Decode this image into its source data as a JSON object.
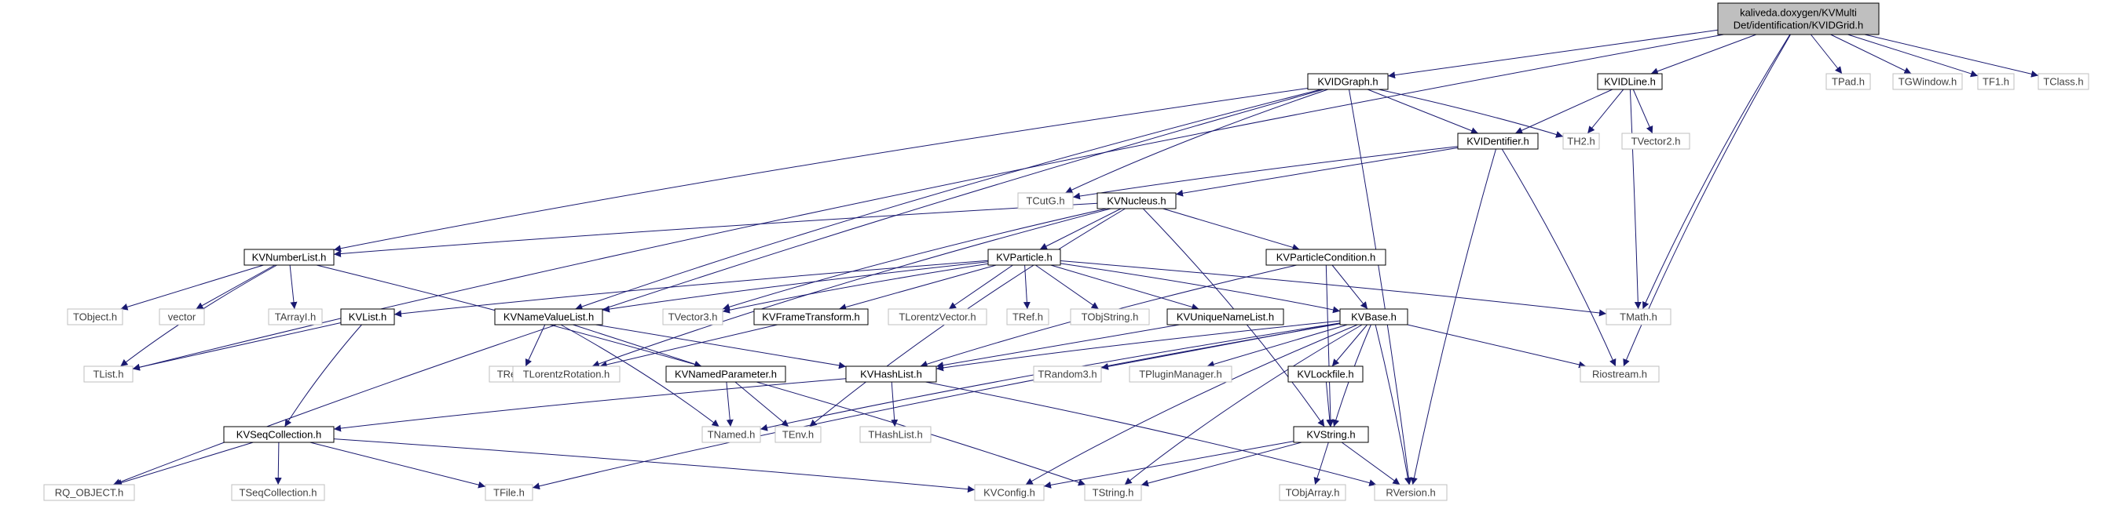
{
  "nodes": [
    {
      "id": "root",
      "lines": [
        "kaliveda.doxygen/KVMulti",
        "Det/identification/KVIDGrid.h"
      ],
      "style": "root"
    },
    {
      "id": "kvidgraph",
      "lines": [
        "KVIDGraph.h"
      ],
      "style": "doc"
    },
    {
      "id": "kvidline",
      "lines": [
        "KVIDLine.h"
      ],
      "style": "doc"
    },
    {
      "id": "tpad",
      "lines": [
        "TPad.h"
      ],
      "style": "sys"
    },
    {
      "id": "tgwindow",
      "lines": [
        "TGWindow.h"
      ],
      "style": "sys"
    },
    {
      "id": "tf1",
      "lines": [
        "TF1.h"
      ],
      "style": "sys"
    },
    {
      "id": "tclass",
      "lines": [
        "TClass.h"
      ],
      "style": "sys"
    },
    {
      "id": "kvidentifier",
      "lines": [
        "KVIDentifier.h"
      ],
      "style": "doc"
    },
    {
      "id": "th2",
      "lines": [
        "TH2.h"
      ],
      "style": "sys"
    },
    {
      "id": "tvector2",
      "lines": [
        "TVector2.h"
      ],
      "style": "sys"
    },
    {
      "id": "tcutg",
      "lines": [
        "TCutG.h"
      ],
      "style": "sys"
    },
    {
      "id": "kvnucleus",
      "lines": [
        "KVNucleus.h"
      ],
      "style": "doc"
    },
    {
      "id": "kvnumberlist",
      "lines": [
        "KVNumberList.h"
      ],
      "style": "doc"
    },
    {
      "id": "kvparticle",
      "lines": [
        "KVParticle.h"
      ],
      "style": "doc"
    },
    {
      "id": "kvparticlecondition",
      "lines": [
        "KVParticleCondition.h"
      ],
      "style": "doc"
    },
    {
      "id": "tobject",
      "lines": [
        "TObject.h"
      ],
      "style": "sys"
    },
    {
      "id": "vector",
      "lines": [
        "vector"
      ],
      "style": "sys"
    },
    {
      "id": "tarrayi",
      "lines": [
        "TArrayI.h"
      ],
      "style": "sys"
    },
    {
      "id": "kvlist",
      "lines": [
        "KVList.h"
      ],
      "style": "doc"
    },
    {
      "id": "kvnamevaluelist",
      "lines": [
        "KVNameValueList.h"
      ],
      "style": "doc"
    },
    {
      "id": "tvector3",
      "lines": [
        "TVector3.h"
      ],
      "style": "sys"
    },
    {
      "id": "kvframetransform",
      "lines": [
        "KVFrameTransform.h"
      ],
      "style": "doc"
    },
    {
      "id": "tlorentzvector",
      "lines": [
        "TLorentzVector.h"
      ],
      "style": "sys"
    },
    {
      "id": "tref",
      "lines": [
        "TRef.h"
      ],
      "style": "sys"
    },
    {
      "id": "tobjstring",
      "lines": [
        "TObjString.h"
      ],
      "style": "sys"
    },
    {
      "id": "kvuniquenamelist",
      "lines": [
        "KVUniqueNameList.h"
      ],
      "style": "doc"
    },
    {
      "id": "kvbase",
      "lines": [
        "KVBase.h"
      ],
      "style": "doc"
    },
    {
      "id": "tmath",
      "lines": [
        "TMath.h"
      ],
      "style": "sys"
    },
    {
      "id": "tlist",
      "lines": [
        "TList.h"
      ],
      "style": "sys"
    },
    {
      "id": "tregexp",
      "lines": [
        "TRegexp.h"
      ],
      "style": "sys"
    },
    {
      "id": "tlorentzrotation",
      "lines": [
        "TLorentzRotation.h"
      ],
      "style": "sys"
    },
    {
      "id": "kvnamedparameter",
      "lines": [
        "KVNamedParameter.h"
      ],
      "style": "doc"
    },
    {
      "id": "kvhashlist",
      "lines": [
        "KVHashList.h"
      ],
      "style": "doc"
    },
    {
      "id": "trandom3",
      "lines": [
        "TRandom3.h"
      ],
      "style": "sys"
    },
    {
      "id": "tpluginmanager",
      "lines": [
        "TPluginManager.h"
      ],
      "style": "sys"
    },
    {
      "id": "kvlockfile",
      "lines": [
        "KVLockfile.h"
      ],
      "style": "doc"
    },
    {
      "id": "riostream",
      "lines": [
        "Riostream.h"
      ],
      "style": "sys"
    },
    {
      "id": "kvseqcollection",
      "lines": [
        "KVSeqCollection.h"
      ],
      "style": "doc"
    },
    {
      "id": "tnamed",
      "lines": [
        "TNamed.h"
      ],
      "style": "sys"
    },
    {
      "id": "tenv",
      "lines": [
        "TEnv.h"
      ],
      "style": "sys"
    },
    {
      "id": "thashlist",
      "lines": [
        "THashList.h"
      ],
      "style": "sys"
    },
    {
      "id": "kvstring",
      "lines": [
        "KVString.h"
      ],
      "style": "doc"
    },
    {
      "id": "rq_object",
      "lines": [
        "RQ_OBJECT.h"
      ],
      "style": "sys"
    },
    {
      "id": "tseqcollection",
      "lines": [
        "TSeqCollection.h"
      ],
      "style": "sys"
    },
    {
      "id": "tfile",
      "lines": [
        "TFile.h"
      ],
      "style": "sys"
    },
    {
      "id": "kvconfig",
      "lines": [
        "KVConfig.h"
      ],
      "style": "sys"
    },
    {
      "id": "tstring",
      "lines": [
        "TString.h"
      ],
      "style": "sys"
    },
    {
      "id": "tobjarray",
      "lines": [
        "TObjArray.h"
      ],
      "style": "sys"
    },
    {
      "id": "rversion",
      "lines": [
        "RVersion.h"
      ],
      "style": "sys"
    }
  ],
  "edges": [
    [
      "root",
      "kvidgraph"
    ],
    [
      "root",
      "kvidline"
    ],
    [
      "root",
      "tpad"
    ],
    [
      "root",
      "tgwindow"
    ],
    [
      "root",
      "tf1"
    ],
    [
      "root",
      "tclass"
    ],
    [
      "root",
      "tmath"
    ],
    [
      "root",
      "riostream"
    ],
    [
      "root",
      "tlist"
    ],
    [
      "kvidgraph",
      "kvidentifier"
    ],
    [
      "kvidgraph",
      "th2"
    ],
    [
      "kvidgraph",
      "tcutg"
    ],
    [
      "kvidgraph",
      "kvnumberlist"
    ],
    [
      "kvidgraph",
      "kvnamevaluelist"
    ],
    [
      "kvidgraph",
      "rq_object"
    ],
    [
      "kvidgraph",
      "rversion"
    ],
    [
      "kvidline",
      "kvidentifier"
    ],
    [
      "kvidline",
      "th2"
    ],
    [
      "kvidline",
      "tvector2"
    ],
    [
      "kvidline",
      "tmath"
    ],
    [
      "kvidentifier",
      "tcutg"
    ],
    [
      "kvidentifier",
      "kvnucleus"
    ],
    [
      "kvidentifier",
      "riostream"
    ],
    [
      "kvidentifier",
      "rversion"
    ],
    [
      "kvnucleus",
      "kvnumberlist"
    ],
    [
      "kvnucleus",
      "kvparticle"
    ],
    [
      "kvnucleus",
      "kvparticlecondition"
    ],
    [
      "kvnucleus",
      "tvector3"
    ],
    [
      "kvnucleus",
      "tlorentzrotation"
    ],
    [
      "kvnucleus",
      "tenv"
    ],
    [
      "kvnucleus",
      "kvstring"
    ],
    [
      "kvnumberlist",
      "tobject"
    ],
    [
      "kvnumberlist",
      "vector"
    ],
    [
      "kvnumberlist",
      "tarrayi"
    ],
    [
      "kvnumberlist",
      "tlist"
    ],
    [
      "kvnumberlist",
      "tstring"
    ],
    [
      "kvparticle",
      "kvlist"
    ],
    [
      "kvparticle",
      "kvnamevaluelist"
    ],
    [
      "kvparticle",
      "tvector3"
    ],
    [
      "kvparticle",
      "kvframetransform"
    ],
    [
      "kvparticle",
      "tlorentzvector"
    ],
    [
      "kvparticle",
      "tref"
    ],
    [
      "kvparticle",
      "tobjstring"
    ],
    [
      "kvparticle",
      "kvuniquenamelist"
    ],
    [
      "kvparticle",
      "kvbase"
    ],
    [
      "kvparticle",
      "tmath"
    ],
    [
      "kvparticlecondition",
      "kvbase"
    ],
    [
      "kvparticlecondition",
      "kvhashlist"
    ],
    [
      "kvparticlecondition",
      "kvstring"
    ],
    [
      "kvlist",
      "tlist"
    ],
    [
      "kvlist",
      "kvseqcollection"
    ],
    [
      "kvnamevaluelist",
      "tregexp"
    ],
    [
      "kvnamevaluelist",
      "kvnamedparameter"
    ],
    [
      "kvnamevaluelist",
      "kvhashlist"
    ],
    [
      "kvnamevaluelist",
      "tnamed"
    ],
    [
      "kvframetransform",
      "tlorentzrotation"
    ],
    [
      "kvuniquenamelist",
      "kvhashlist"
    ],
    [
      "kvbase",
      "kvhashlist"
    ],
    [
      "kvbase",
      "trandom3"
    ],
    [
      "kvbase",
      "tpluginmanager"
    ],
    [
      "kvbase",
      "kvlockfile"
    ],
    [
      "kvbase",
      "riostream"
    ],
    [
      "kvbase",
      "kvstring"
    ],
    [
      "kvbase",
      "rversion"
    ],
    [
      "kvbase",
      "tnamed"
    ],
    [
      "kvbase",
      "tfile"
    ],
    [
      "kvbase",
      "tstring"
    ],
    [
      "kvbase",
      "kvconfig"
    ],
    [
      "kvnamedparameter",
      "tnamed"
    ],
    [
      "kvnamedparameter",
      "tenv"
    ],
    [
      "kvhashlist",
      "kvseqcollection"
    ],
    [
      "kvhashlist",
      "thashlist"
    ],
    [
      "kvhashlist",
      "rversion"
    ],
    [
      "kvlockfile",
      "kvstring"
    ],
    [
      "kvseqcollection",
      "rq_object"
    ],
    [
      "kvseqcollection",
      "tseqcollection"
    ],
    [
      "kvseqcollection",
      "tfile"
    ],
    [
      "kvseqcollection",
      "kvconfig"
    ],
    [
      "kvstring",
      "kvconfig"
    ],
    [
      "kvstring",
      "tstring"
    ],
    [
      "kvstring",
      "tobjarray"
    ],
    [
      "kvstring",
      "rversion"
    ]
  ],
  "colors": {
    "edge": "#191970",
    "doc_border": "#000000",
    "sys_border": "#bfbfbf",
    "root_fill": "#bfbfbf",
    "text_doc": "#000000",
    "text_sys": "#3f3f3f"
  }
}
